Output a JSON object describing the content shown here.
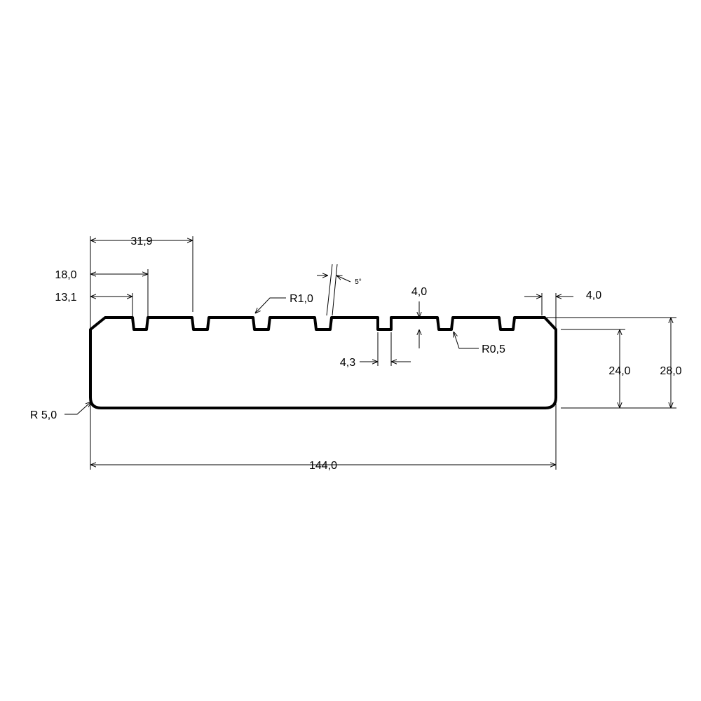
{
  "drawing": {
    "dimensions": {
      "d_31_9": "31,9",
      "d_18_0": "18,0",
      "d_13_1": "13,1",
      "angle_5": "5°",
      "r_1_0": "R1,0",
      "d_4_0_top": "4,0",
      "d_4_0_right": "4,0",
      "d_4_3": "4,3",
      "r_0_5": "R0,5",
      "d_24_0": "24,0",
      "d_28_0": "28,0",
      "r_5_0": "R 5,0",
      "d_144_0": "144,0"
    }
  }
}
